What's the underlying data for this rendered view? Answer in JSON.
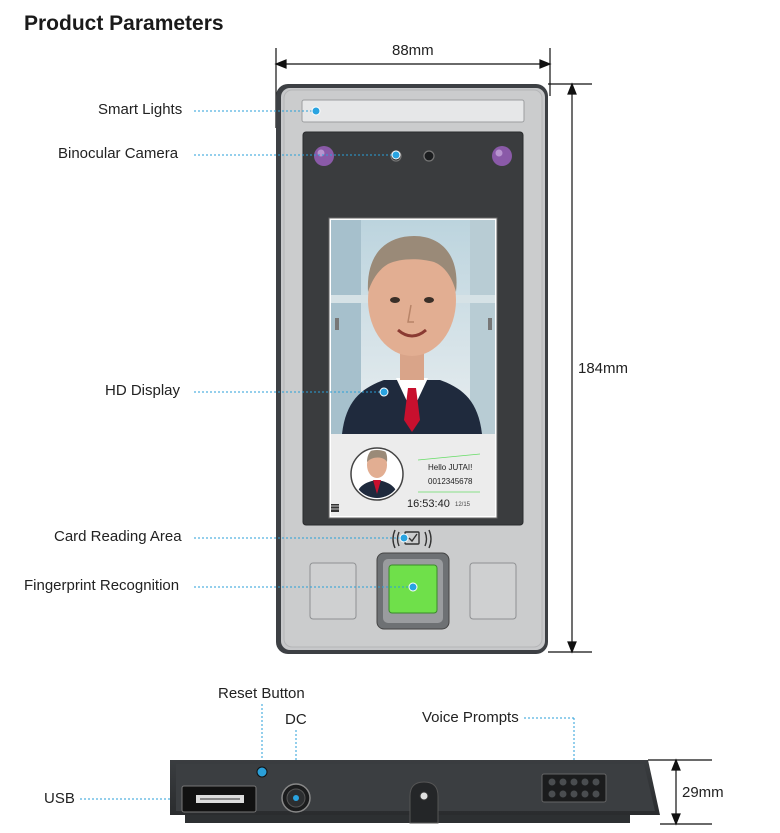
{
  "title": "Product Parameters",
  "dimensions": {
    "width": "88mm",
    "height": "184mm",
    "depth": "29mm"
  },
  "callouts": {
    "smart_lights": "Smart Lights",
    "binocular_camera": "Binocular Camera",
    "hd_display": "HD Display",
    "card_reading": "Card Reading Area",
    "fingerprint": "Fingerprint Recognition",
    "reset_button": "Reset Button",
    "dc": "DC",
    "voice_prompts": "Voice Prompts",
    "usb": "USB"
  },
  "screen": {
    "greeting": "Hello JUTAI!",
    "id_number": "0012345678",
    "time": "16:53:40",
    "date": "12/15"
  },
  "colors": {
    "leader": "#2a9fd8",
    "dot": "#29a3e0",
    "fingerprint": "#6fe04a",
    "camera_led": "#8a5aa8",
    "body": "#c9cacc",
    "frame": "#555a5f"
  }
}
